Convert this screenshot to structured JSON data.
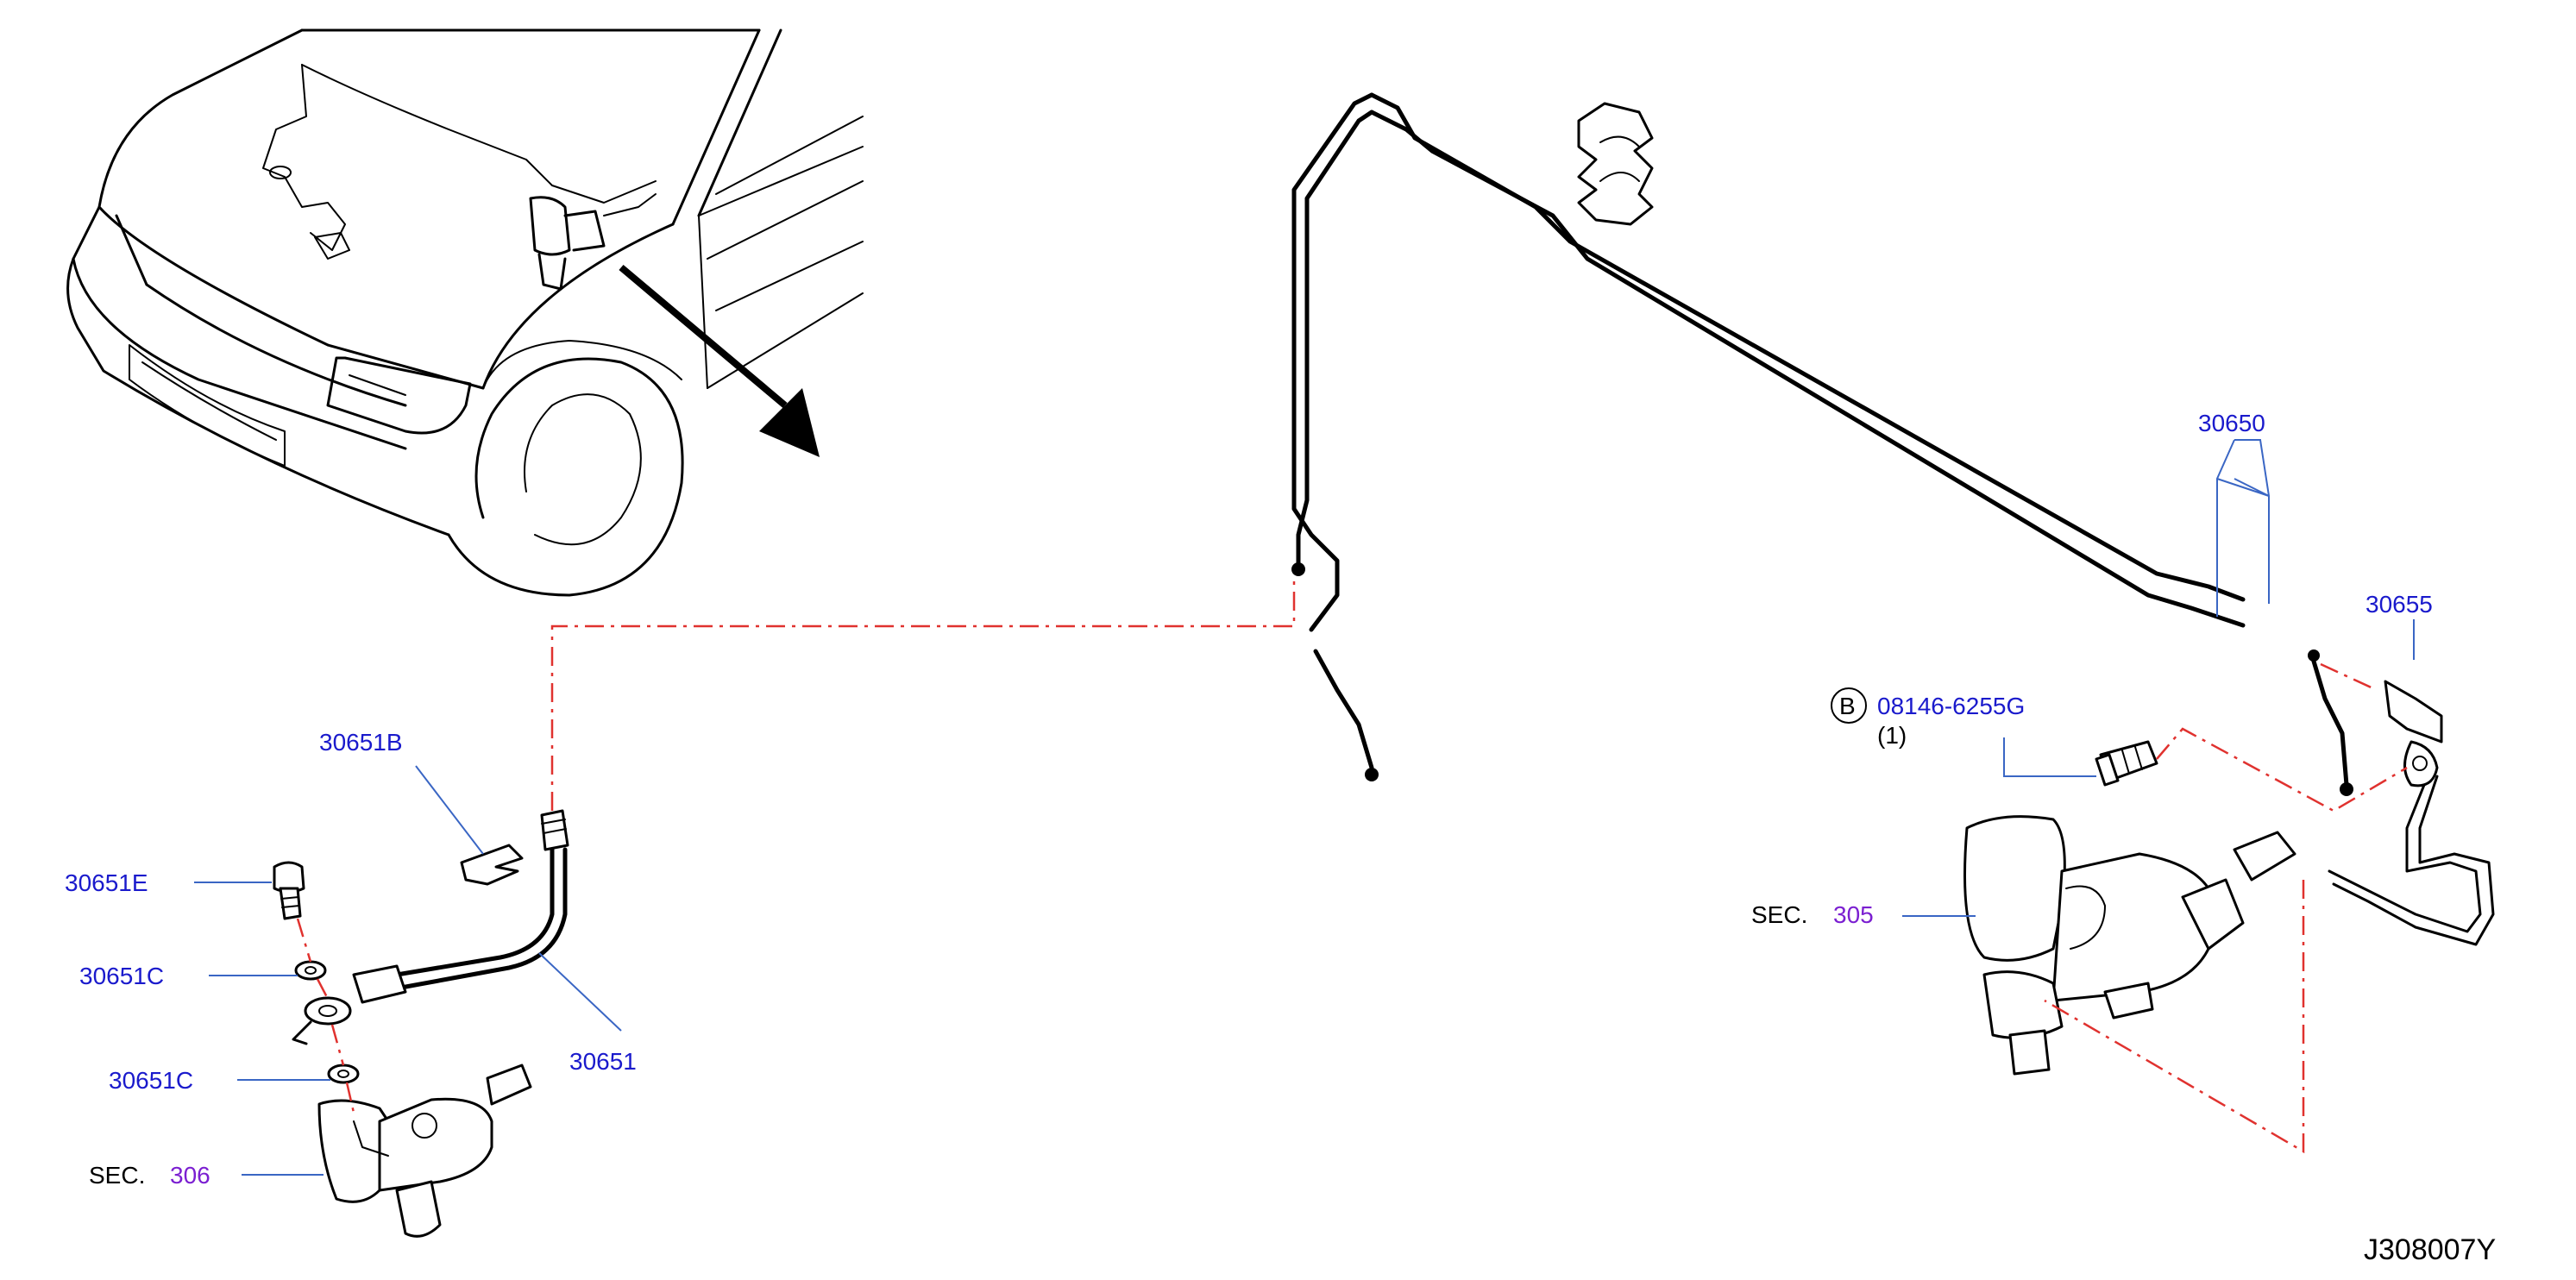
{
  "parts": {
    "p30650": "30650",
    "p30655": "30655",
    "p30651B": "30651B",
    "p30651E": "30651E",
    "p30651C_a": "30651C",
    "p30651C_b": "30651C",
    "p30651": "30651",
    "bolt_code": "08146-6255G",
    "bolt_qty": "(1)",
    "bolt_marker": "B"
  },
  "sections": {
    "sec_prefix_305": "SEC.",
    "sec_num_305": "305",
    "sec_prefix_306": "SEC.",
    "sec_num_306": "306"
  },
  "diagram_ref": "J308007Y",
  "colors": {
    "part_label": "#1a1acc",
    "section_number": "#7b1fd1",
    "leader_line": "#3a66c4",
    "dashed_connector": "#e0322f"
  }
}
